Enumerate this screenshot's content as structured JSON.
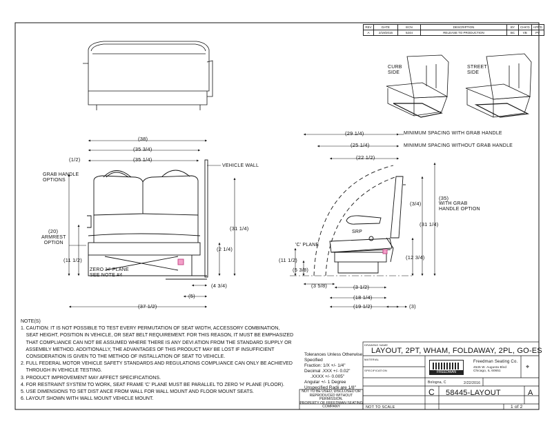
{
  "revision_table": {
    "headers": [
      "REV",
      "DATE",
      "ECN",
      "DESCRIPTION",
      "BY",
      "CHK'D",
      "APP'D"
    ],
    "rows": [
      [
        "A",
        "2/19/2016",
        "5244",
        "RELEASE TO PRODUCTION",
        "BC",
        "VB",
        "PV"
      ]
    ]
  },
  "views": {
    "curb_side": "CURB\nSIDE",
    "street_side": "STREET\nSIDE"
  },
  "front_view": {
    "dim_38": "(38)",
    "dim_35_3_4": "(35 3/4)",
    "dim_1_2": "(1/2)",
    "dim_35_1_4": "(35 1/4)",
    "grab_handle_options": "GRAB HANDLE\nOPTIONS",
    "vehicle_wall": "VEHICLE WALL",
    "dim_20": "(20)",
    "armrest_option": "ARMREST\nOPTION",
    "dim_31_1_4": "(31 1/4)",
    "dim_2_1_4": "(2 1/4)",
    "dim_11_1_2": "(11 1/2)",
    "zero_h_plane": "ZERO 'H' PLANE\nSEE NOTE #4",
    "dim_4_3_4": "(4 3/4)",
    "dim_5": "(5)",
    "dim_37_1_2": "(37 1/2)"
  },
  "side_view": {
    "dim_29_1_4": "(29 1/4)",
    "min_with_grab": "MINIMUM SPACING WITH GRAB HANDLE",
    "dim_25_1_4": "(25 1/4)",
    "min_without_grab": "MINIMUM SPACING WITHOUT GRAB HANDLE",
    "dim_22_1_2": "(22 1/2)",
    "dim_35": "(35)",
    "with_grab_option": "WITH GRAB\nHANDLE OPTION",
    "dim_3_4": "(3/4)",
    "dim_31_1_4": "(31 1/4)",
    "srp": "SRP",
    "c_plane": "'C' PLANE",
    "dim_12_3_4": "(12 3/4)",
    "dim_11_1_2": "(11 1/2)",
    "dim_5_3_8": "(5 3/8)",
    "dim_3_5_8": "(3 5/8)",
    "dim_3_1_2": "(3 1/2)",
    "dim_18_1_4": "(18 1/4)",
    "dim_19_1_2": "(19 1/2)",
    "dim_3": "(3)"
  },
  "notes": {
    "title": "NOTE(S)",
    "lines": [
      "1. CAUTION: IT IS NOT POSSIBLE TO TEST EVERY PERMUTATION OF SEAT WIDTH, ACCESSORY COMBINATION,",
      "    SEAT HEIGHT, POSITION IN VEHICLE, OR SEAT BELT REQUIREMENT. FOR THIS REASON, IT MUST BE EMPHASIZED",
      "    THAT COMPLIANCE CAN NOT BE ASSUMED WHERE THERE IS ANY DEVI ATION FROM THE STANDARD SUPPLY OR",
      "    ASSEMBLY METHOD. ADDITIONALLY, THE ADVANTAGES OF THIS PRODUCT MAY BE LOST IF INSUFFICIENT",
      "    CONSIDERATION IS GIVEN TO THE METHOD OF INSTALLATION OF SEAT TO VEHICLE.",
      "2. FULL FEDERAL MOTOR VEHICLE SAFETY STANDARDS AND REGULATIONS COMPLIANCE CAN ONLY BE ACHIEVED",
      "    THROUGH IN VEHICLE TESTING.",
      "3. PRODUCT IMPROVEMENT MAY AFFECT SPECIFICATIONS.",
      "4. FOR RESTRAINT SYSTEM TO WORK, SEAT FRAME 'C' PLANE MUST BE PARALLEL TO ZERO 'H' PLANE (FLOOR).",
      "5. USE DIMENSIONS TO SET DIST ANCE FROM WALL FOR WALL MOUNT AND FLOOR MOUNT SEATS.",
      "6. LAYOUT SHOWN WITH WALL MOUNT VEHICLE MOUNT."
    ]
  },
  "tolerances": {
    "lines": [
      "Tolerances Unless Otherwise",
      "Specified",
      "Fraction: 1/X +/- 1/4\"",
      "Decimal .XXX +/- 0.02\"",
      "     .XXXX +/- 0.005\"",
      "Angular +/- 1 Degree",
      "Unspecified Radii are 1/8\""
    ]
  },
  "disclaimer": {
    "lines": [
      "NOT TO BE USED, DISCLOSED OR",
      "REPRODUCED WITHOUT",
      "PERMISSION.",
      "PROPERTY OF FREEDMAN SEATING",
      "COMPANY"
    ]
  },
  "title_block": {
    "drawing_name_label": "DRAWING NAME",
    "title": "LAYOUT, 2PT, WHAM, FOLDAWAY, 2PL, GO-ES",
    "material_label": "MATERIAL",
    "specification_label": "SPECIFICATION",
    "company_name": "Freedman Seating Co.",
    "company_addr1": "4545 W. Augusta Blvd",
    "company_addr2": "Chicago, IL 60651",
    "logo_text": "FREEDMAN",
    "designer": "Bologna, C",
    "date": "2/22/2016",
    "size": "C",
    "drawing_number": "58445-LAYOUT",
    "rev": "A",
    "scale": "NOT TO SCALE",
    "sheet": "1 of 2"
  }
}
